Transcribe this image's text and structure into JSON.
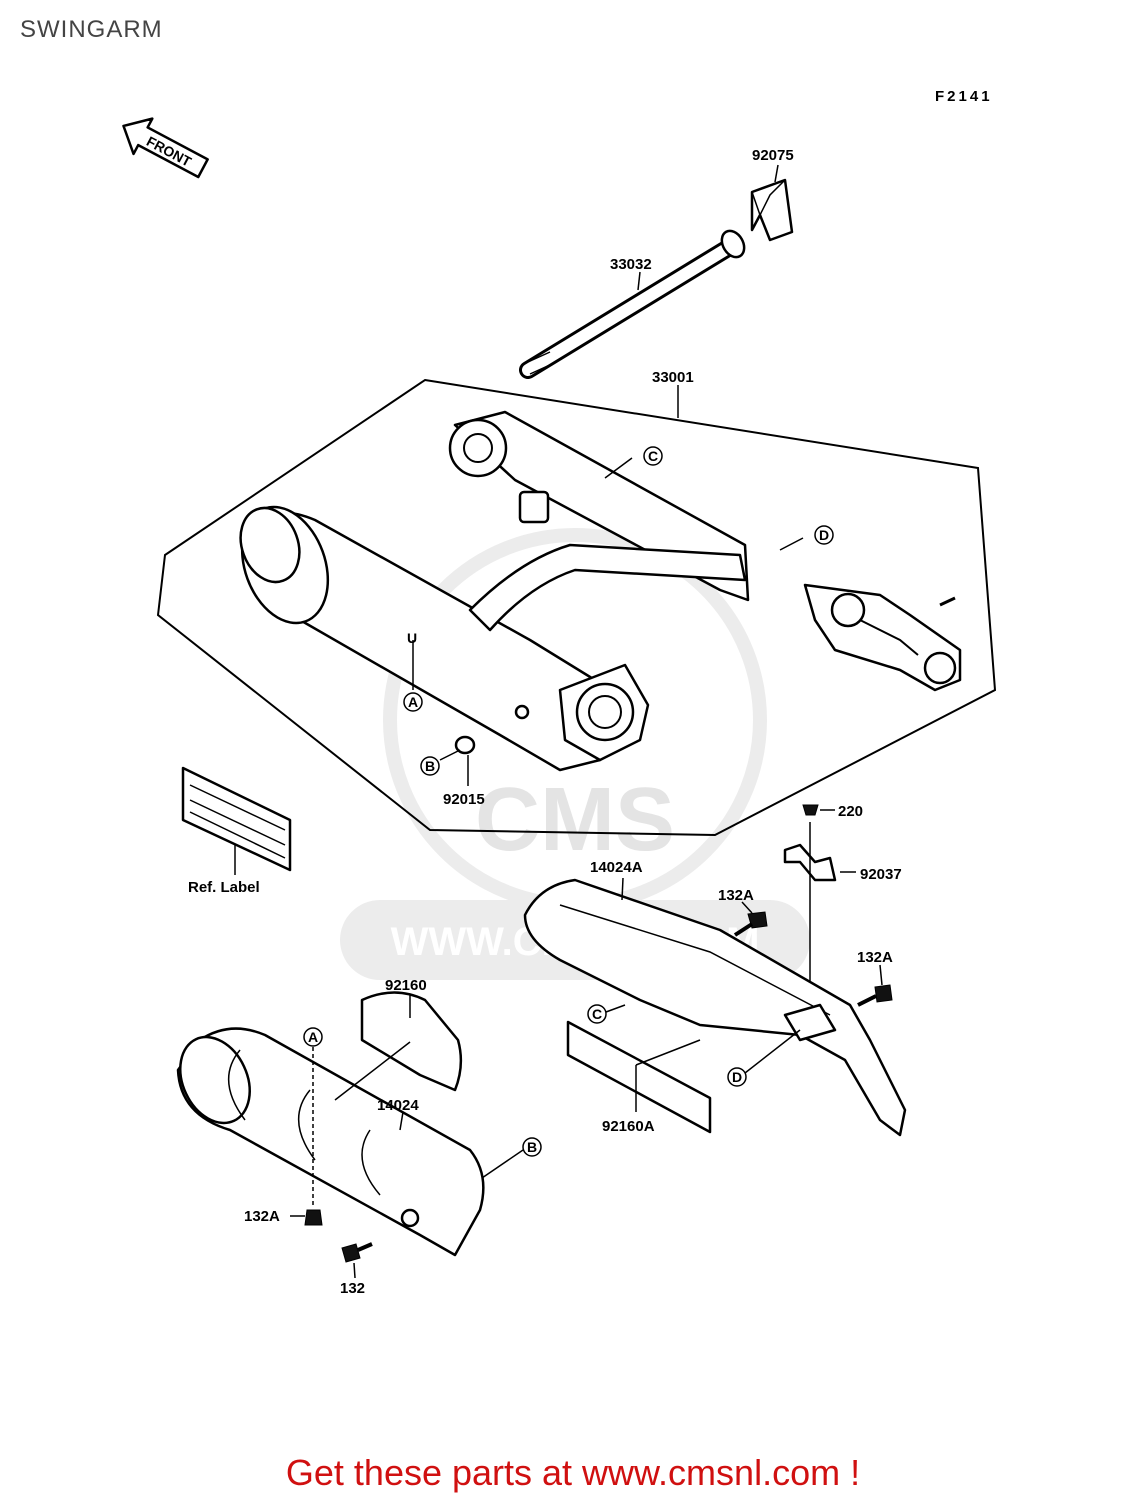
{
  "page": {
    "title": "SWINGARM",
    "footer": "Get these parts at www.cmsnl.com !"
  },
  "diagram": {
    "figure_code": "F2141",
    "front_arrow": "FRONT",
    "watermark": "WWW.CMSNL.COM",
    "watermark_logo": "CMS",
    "ref_label": "Ref. Label",
    "parts": {
      "p92075": "92075",
      "p33032": "33032",
      "p33001": "33001",
      "p92015": "92015",
      "p220": "220",
      "p92037": "92037",
      "p14024A": "14024A",
      "p132A_1": "132A",
      "p132A_2": "132A",
      "p132A_3": "132A",
      "p92160": "92160",
      "p14024": "14024",
      "p92160A": "92160A",
      "p132": "132"
    },
    "markers": {
      "A1": "A",
      "B1": "B",
      "C1": "C",
      "D1": "D",
      "A2": "A",
      "B2": "B",
      "C2": "C",
      "D2": "D"
    }
  }
}
